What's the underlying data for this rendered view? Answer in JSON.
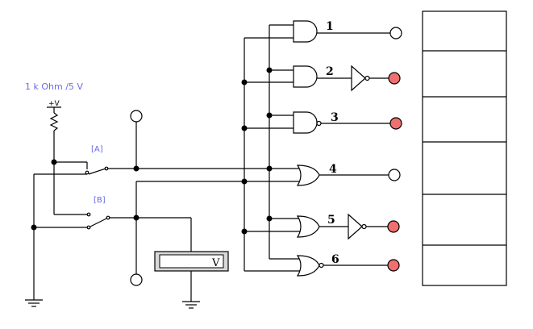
{
  "supply": {
    "label": "1 k Ohm /5 V",
    "plus": "+V"
  },
  "switches": [
    {
      "label": "[A]"
    },
    {
      "label": "[B]"
    }
  ],
  "voltmeter": {
    "unit": "V"
  },
  "gates": [
    {
      "number": "1",
      "type": "AND",
      "inverted_output": false,
      "lamp": "off"
    },
    {
      "number": "2",
      "type": "AND",
      "inverted_output": true,
      "lamp": "on"
    },
    {
      "number": "3",
      "type": "NAND",
      "inverted_output": false,
      "lamp": "on"
    },
    {
      "number": "4",
      "type": "OR",
      "inverted_output": false,
      "lamp": "off"
    },
    {
      "number": "5",
      "type": "OR",
      "inverted_output": true,
      "lamp": "on"
    },
    {
      "number": "6",
      "type": "NOR",
      "inverted_output": false,
      "lamp": "on"
    }
  ],
  "colors": {
    "lamp_on": "#f07070",
    "lamp_off": "#ffffff",
    "label_blue": "#6a6ae6"
  }
}
